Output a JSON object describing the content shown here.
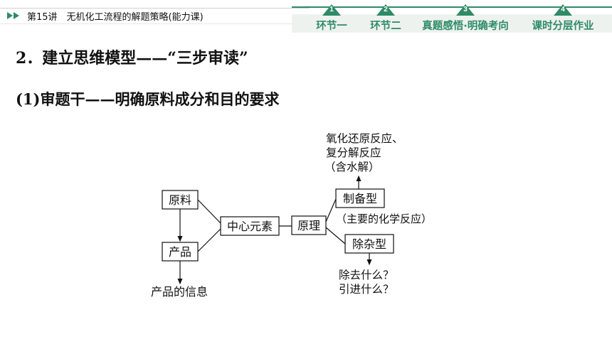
{
  "header": {
    "lesson_title": "第15讲　无机化工流程的解题策略(能力课)",
    "nav": [
      {
        "num": "1",
        "label": "环节一"
      },
      {
        "num": "2",
        "label": "环节二"
      },
      {
        "num": "3",
        "label": "真题感悟·明确考向"
      },
      {
        "num": "4",
        "label": "课时分层作业"
      }
    ],
    "accent_color": "#2e8b67"
  },
  "section": {
    "title": "2．建立思维模型——“三步审读”",
    "subtitle": "(1)审题干——明确原料成分和目的要求"
  },
  "diagram": {
    "raw_material": "原料",
    "product": "产品",
    "product_info": "产品的信息",
    "central_element": "中心元素",
    "principle": "原理",
    "preparation_type": "制备型",
    "main_reaction": "（主要的化学反应）",
    "impurity_removal_type": "除杂型",
    "reaction_types_line1": "氧化还原反应、",
    "reaction_types_line2": "复分解反应",
    "reaction_types_line3": "（含水解）",
    "removal_question1": "除去什么？",
    "removal_question2": "引进什么？"
  }
}
